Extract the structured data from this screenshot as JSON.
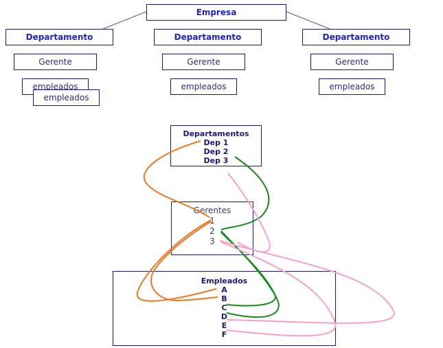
{
  "org_chart": {
    "root": "Empresa",
    "departments": [
      {
        "label": "Departamento",
        "manager": "Gerente",
        "employees": [
          "empleados",
          "empleados"
        ]
      },
      {
        "label": "Departamento",
        "manager": "Gerente",
        "employees": [
          "empleados"
        ]
      },
      {
        "label": "Departamento",
        "manager": "Gerente",
        "employees": [
          "empleados"
        ]
      }
    ]
  },
  "relations": {
    "departamentos": {
      "title": "Departamentos",
      "items": [
        "Dep 1",
        "Dep 2",
        "Dep 3"
      ]
    },
    "gerentes": {
      "title": "Gerentes",
      "items": [
        "1",
        "2",
        "3"
      ]
    },
    "empleados": {
      "title": "Empleados",
      "items": [
        "A",
        "B",
        "C",
        "D",
        "E",
        "F"
      ]
    }
  },
  "colors": {
    "box_border": "#1a1a7a",
    "title_text": "#2222cc",
    "line_orange": "#ee7722",
    "line_green": "#1a8a1a",
    "line_pink": "#f4a0c8"
  }
}
